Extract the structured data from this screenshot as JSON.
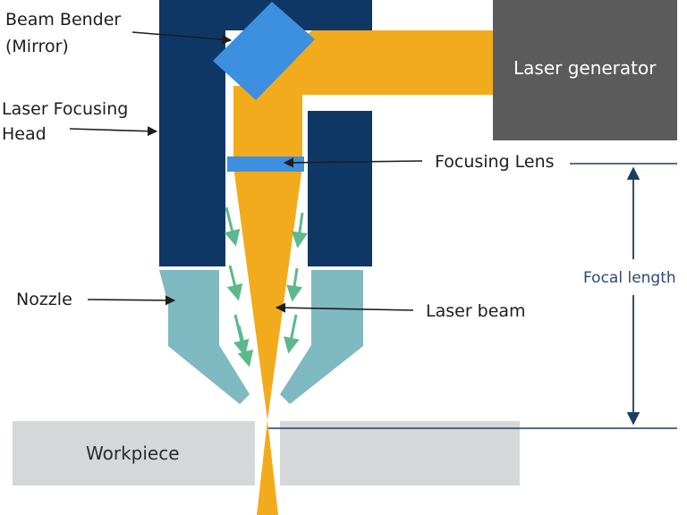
{
  "diagram": {
    "labels": {
      "beam_bender_line1": "Beam Bender",
      "beam_bender_line2": "(Mirror)",
      "focusing_head_line1": "Laser Focusing",
      "focusing_head_line2": "Head",
      "nozzle": "Nozzle",
      "laser_generator": "Laser generator",
      "focusing_lens": "Focusing Lens",
      "laser_beam": "Laser beam",
      "focal_length": "Focal length",
      "workpiece": "Workpiece"
    },
    "colors": {
      "head_navy": "#0e3766",
      "beam_orange": "#f2ab1c",
      "mirror_blue": "#3d8fe0",
      "lens_blue": "#3d8fe0",
      "nozzle_teal": "#7fb9c2",
      "generator_gray": "#5b5b5c",
      "workpiece_gray": "#d4d8d9",
      "gas_arrow_green": "#5cb98c",
      "dimension_blue": "#1e3d63"
    },
    "icons": [
      "gas-flow-arrow-icon",
      "pointer-arrow-icon"
    ]
  }
}
